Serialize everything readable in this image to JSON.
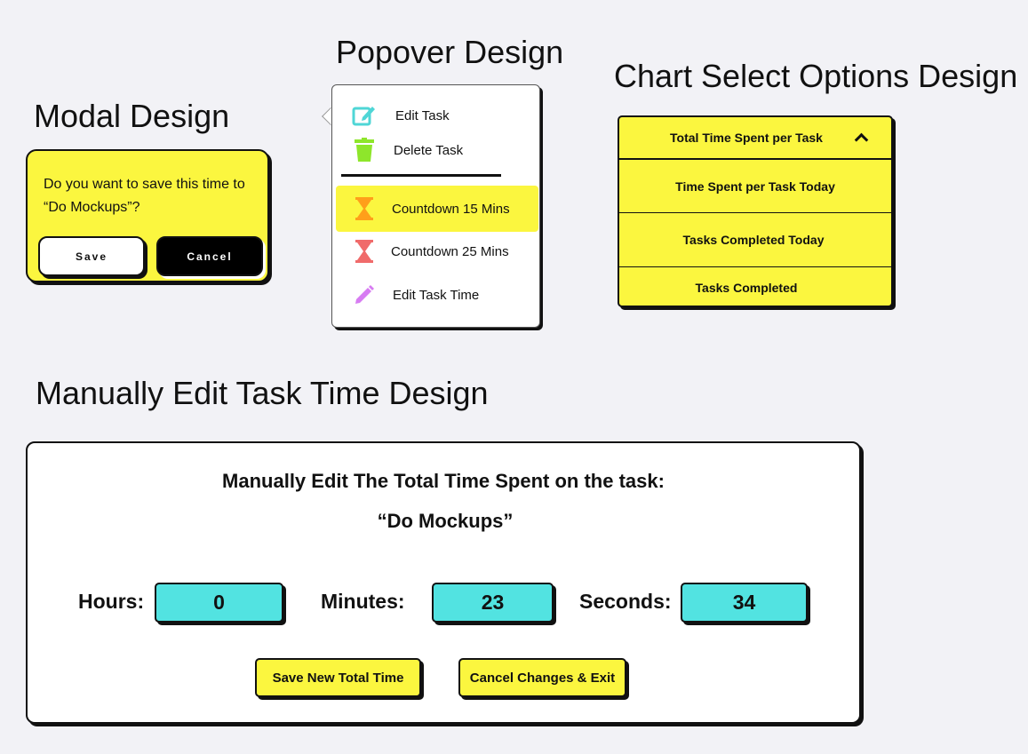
{
  "titles": {
    "modal": "Modal Design",
    "popover": "Popover Design",
    "chart_select": "Chart Select Options Design",
    "edit_time": "Manually Edit Task Time Design"
  },
  "modal": {
    "message": "Do you want to save this time to “Do Mockups”?",
    "save_label": "Save",
    "cancel_label": "Cancel",
    "colors": {
      "background": "#fbf63f"
    }
  },
  "popover": {
    "items": [
      {
        "label": "Edit Task",
        "icon": "edit-note-icon",
        "color": "#4fd6d6"
      },
      {
        "label": "Delete Task",
        "icon": "trash-icon",
        "color": "#8ee62b"
      },
      {
        "label": "Countdown 15 Mins",
        "icon": "hourglass-icon",
        "color": "#ff9f1a",
        "highlighted": true
      },
      {
        "label": "Countdown 25 Mins",
        "icon": "hourglass-icon",
        "color": "#f06b6b"
      },
      {
        "label": "Edit Task Time",
        "icon": "pencil-icon",
        "color": "#d77cf2"
      }
    ]
  },
  "chart_select": {
    "selected": "Total Time Spent per Task",
    "options": [
      "Time Spent per Task Today",
      "Tasks Completed Today",
      "Tasks Completed"
    ],
    "expand_icon": "chevron-up-icon"
  },
  "edit_time": {
    "heading": "Manually Edit The Total Time Spent on the task:",
    "task_name": "“Do Mockups”",
    "hours_label": "Hours:",
    "hours_value": "0",
    "minutes_label": "Minutes:",
    "minutes_value": "23",
    "seconds_label": "Seconds:",
    "seconds_value": "34",
    "save_label": "Save New Total Time",
    "cancel_label": "Cancel Changes & Exit",
    "colors": {
      "input": "#52e3e1",
      "button": "#fbf63f"
    }
  }
}
